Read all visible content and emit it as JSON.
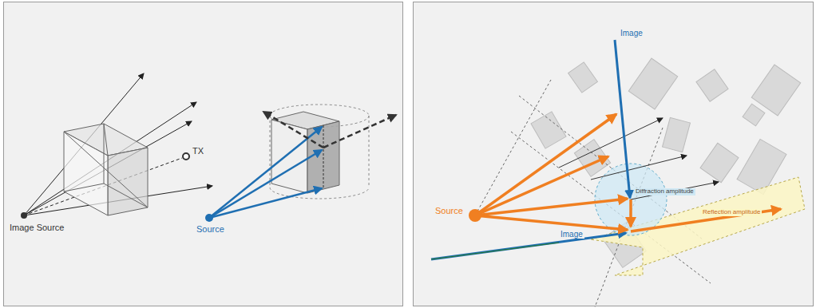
{
  "diagram": {
    "labels": [
      "Image Source",
      "TX",
      "Source",
      "Image",
      "Source",
      "Diffraction amplitude",
      "Reflection amplitude",
      "Image"
    ]
  }
}
